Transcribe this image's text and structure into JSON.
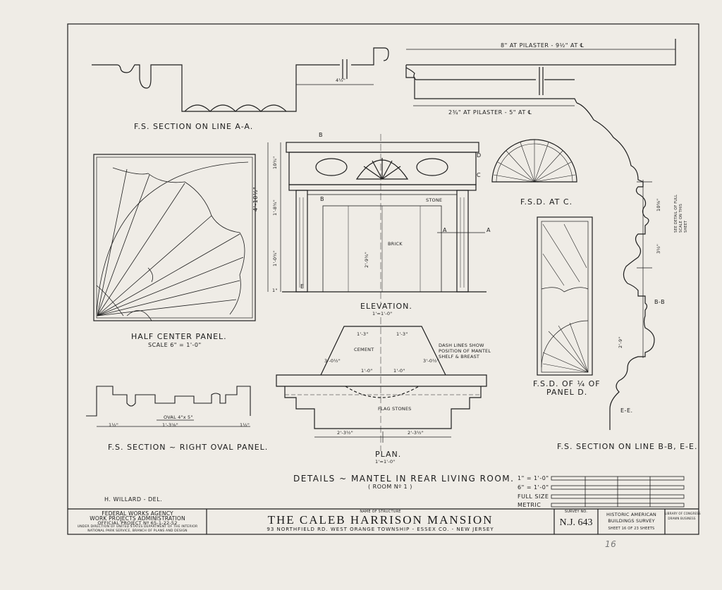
{
  "drawings": {
    "section_a": "F.S. SECTION ON LINE A-A.",
    "half_panel": "HALF CENTER PANEL.",
    "half_panel_scale": "SCALE 6\" = 1'-0\"",
    "elevation": "ELEVATION.",
    "elevation_scale": "1'=1'-0\"",
    "plan": "PLAN.",
    "plan_scale": "1'=1'-0\"",
    "fsd_c": "F.S.D. AT C.",
    "fsd_d_line1": "F.S.D. OF ¼ OF",
    "fsd_d_line2": "PANEL D.",
    "section_bb": "F.S. SECTION ON LINE B-B, E-E.",
    "section_oval": "F.S. SECTION ~ RIGHT OVAL PANEL."
  },
  "dimensions": {
    "d_4_half": "4½\"",
    "d_8_pilaster": "8\" AT PILASTER - 9½\" AT ℄",
    "d_2_3_4": "2¾\" AT PILASTER - 5\" AT ℄",
    "d_4_10": "4'-10½\"",
    "d_10_3_4": "10¾\"",
    "d_1_8": "1'-8¾\"",
    "d_1_0": "1'-0¾\"",
    "d_2_9": "2'-9¾\"",
    "d_1": "1\"",
    "brick": "BRICK",
    "stone": "STONE",
    "cement": "CEMENT",
    "flagstones": "FLAG STONES",
    "dash_note": "DASH LINES SHOW POSITION OF MANTEL SHELF & BREAST",
    "d_1_3_left": "1'-3\"",
    "d_1_3_right": "1'-3\"",
    "d_3_0_left": "3'-0½\"",
    "d_3_0_right": "3'-0½\"",
    "d_1_0_left": "1'-0\"",
    "d_1_0_right": "1'-0\"",
    "d_2_3_left": "2'-3½\"",
    "d_2_3_right": "2'-3½\"",
    "oval": "OVAL 4\"x 5\"",
    "oval_width": "1'-3⅝\"",
    "oval_side_l": "1½\"",
    "oval_side_r": "1½\"",
    "bb_1": "10⅝\"",
    "bb_2": "3½\"",
    "bb_3": "2'-9\"",
    "bb_label": "B-B",
    "ee_label": "E-E.",
    "bb_note": "SEE DETAIL OF FULL SCALE ON THIS SHEET",
    "letter_a": "A",
    "letter_a2": "A",
    "letter_b": "B",
    "letter_b2": "B",
    "letter_c": "C",
    "letter_d": "D",
    "letter_e": "E"
  },
  "caption_main": "DETAILS ~ MANTEL IN REAR LIVING ROOM.",
  "caption_room": "( ROOM Nº 1 )",
  "drafter": "H. WILLARD - DEL.",
  "scales": {
    "s1": "1\" = 1'-0\"",
    "s2": "6\" = 1'-0\"",
    "s3": "FULL SIZE",
    "s4": "METRIC"
  },
  "title_block": {
    "agency_1": "FEDERAL WORKS AGENCY",
    "agency_2": "WORK PROJECTS ADMINISTRATION",
    "agency_3": "OFFICIAL PROJECT Nº 65-1-22-52",
    "agency_4": "UNDER DIRECTION OF UNITED STATES DEPARTMENT OF THE INTERIOR",
    "agency_5": "NATIONAL PARK SERVICE, BRANCH OF PLANS AND DESIGN",
    "name_label": "NAME OF STRUCTURE",
    "name": "THE CALEB HARRISON MANSION",
    "address": "93 NORTHFIELD RD. WEST ORANGE TOWNSHIP - ESSEX CO. - NEW JERSEY",
    "survey_label": "SURVEY NO.",
    "survey_no": "N.J. 643",
    "habs_1": "HISTORIC AMERICAN",
    "habs_2": "BUILDINGS SURVEY",
    "sheet": "SHEET 16 OF 23 SHEETS",
    "library_1": "LIBRARY OF CONGRESS",
    "library_2": "DRAWN BUSINESS"
  },
  "pencil_note": "16"
}
